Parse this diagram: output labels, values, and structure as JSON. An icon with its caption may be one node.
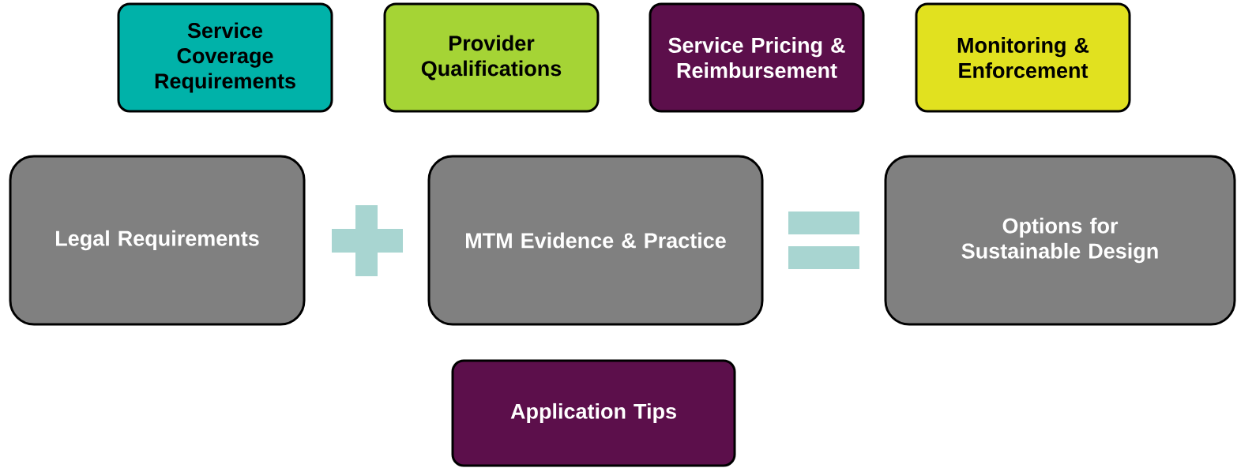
{
  "diagram": {
    "nodes": [
      {
        "text": [
          "Service Coverage Requirements"
        ]
      },
      {
        "text": [
          "Provider Qualifications"
        ]
      },
      {
        "text": [
          "Service Pricing & Reimbursement"
        ]
      },
      {
        "text": [
          "Monitoring & Enforcement"
        ]
      },
      {
        "text": [
          "Legal Requirements"
        ]
      },
      {
        "text": [
          "MTM Evidence & Practice"
        ]
      },
      {
        "text": [
          "Options for Sustainable Design"
        ]
      },
      {
        "text": [
          "Application Tips"
        ]
      }
    ]
  }
}
